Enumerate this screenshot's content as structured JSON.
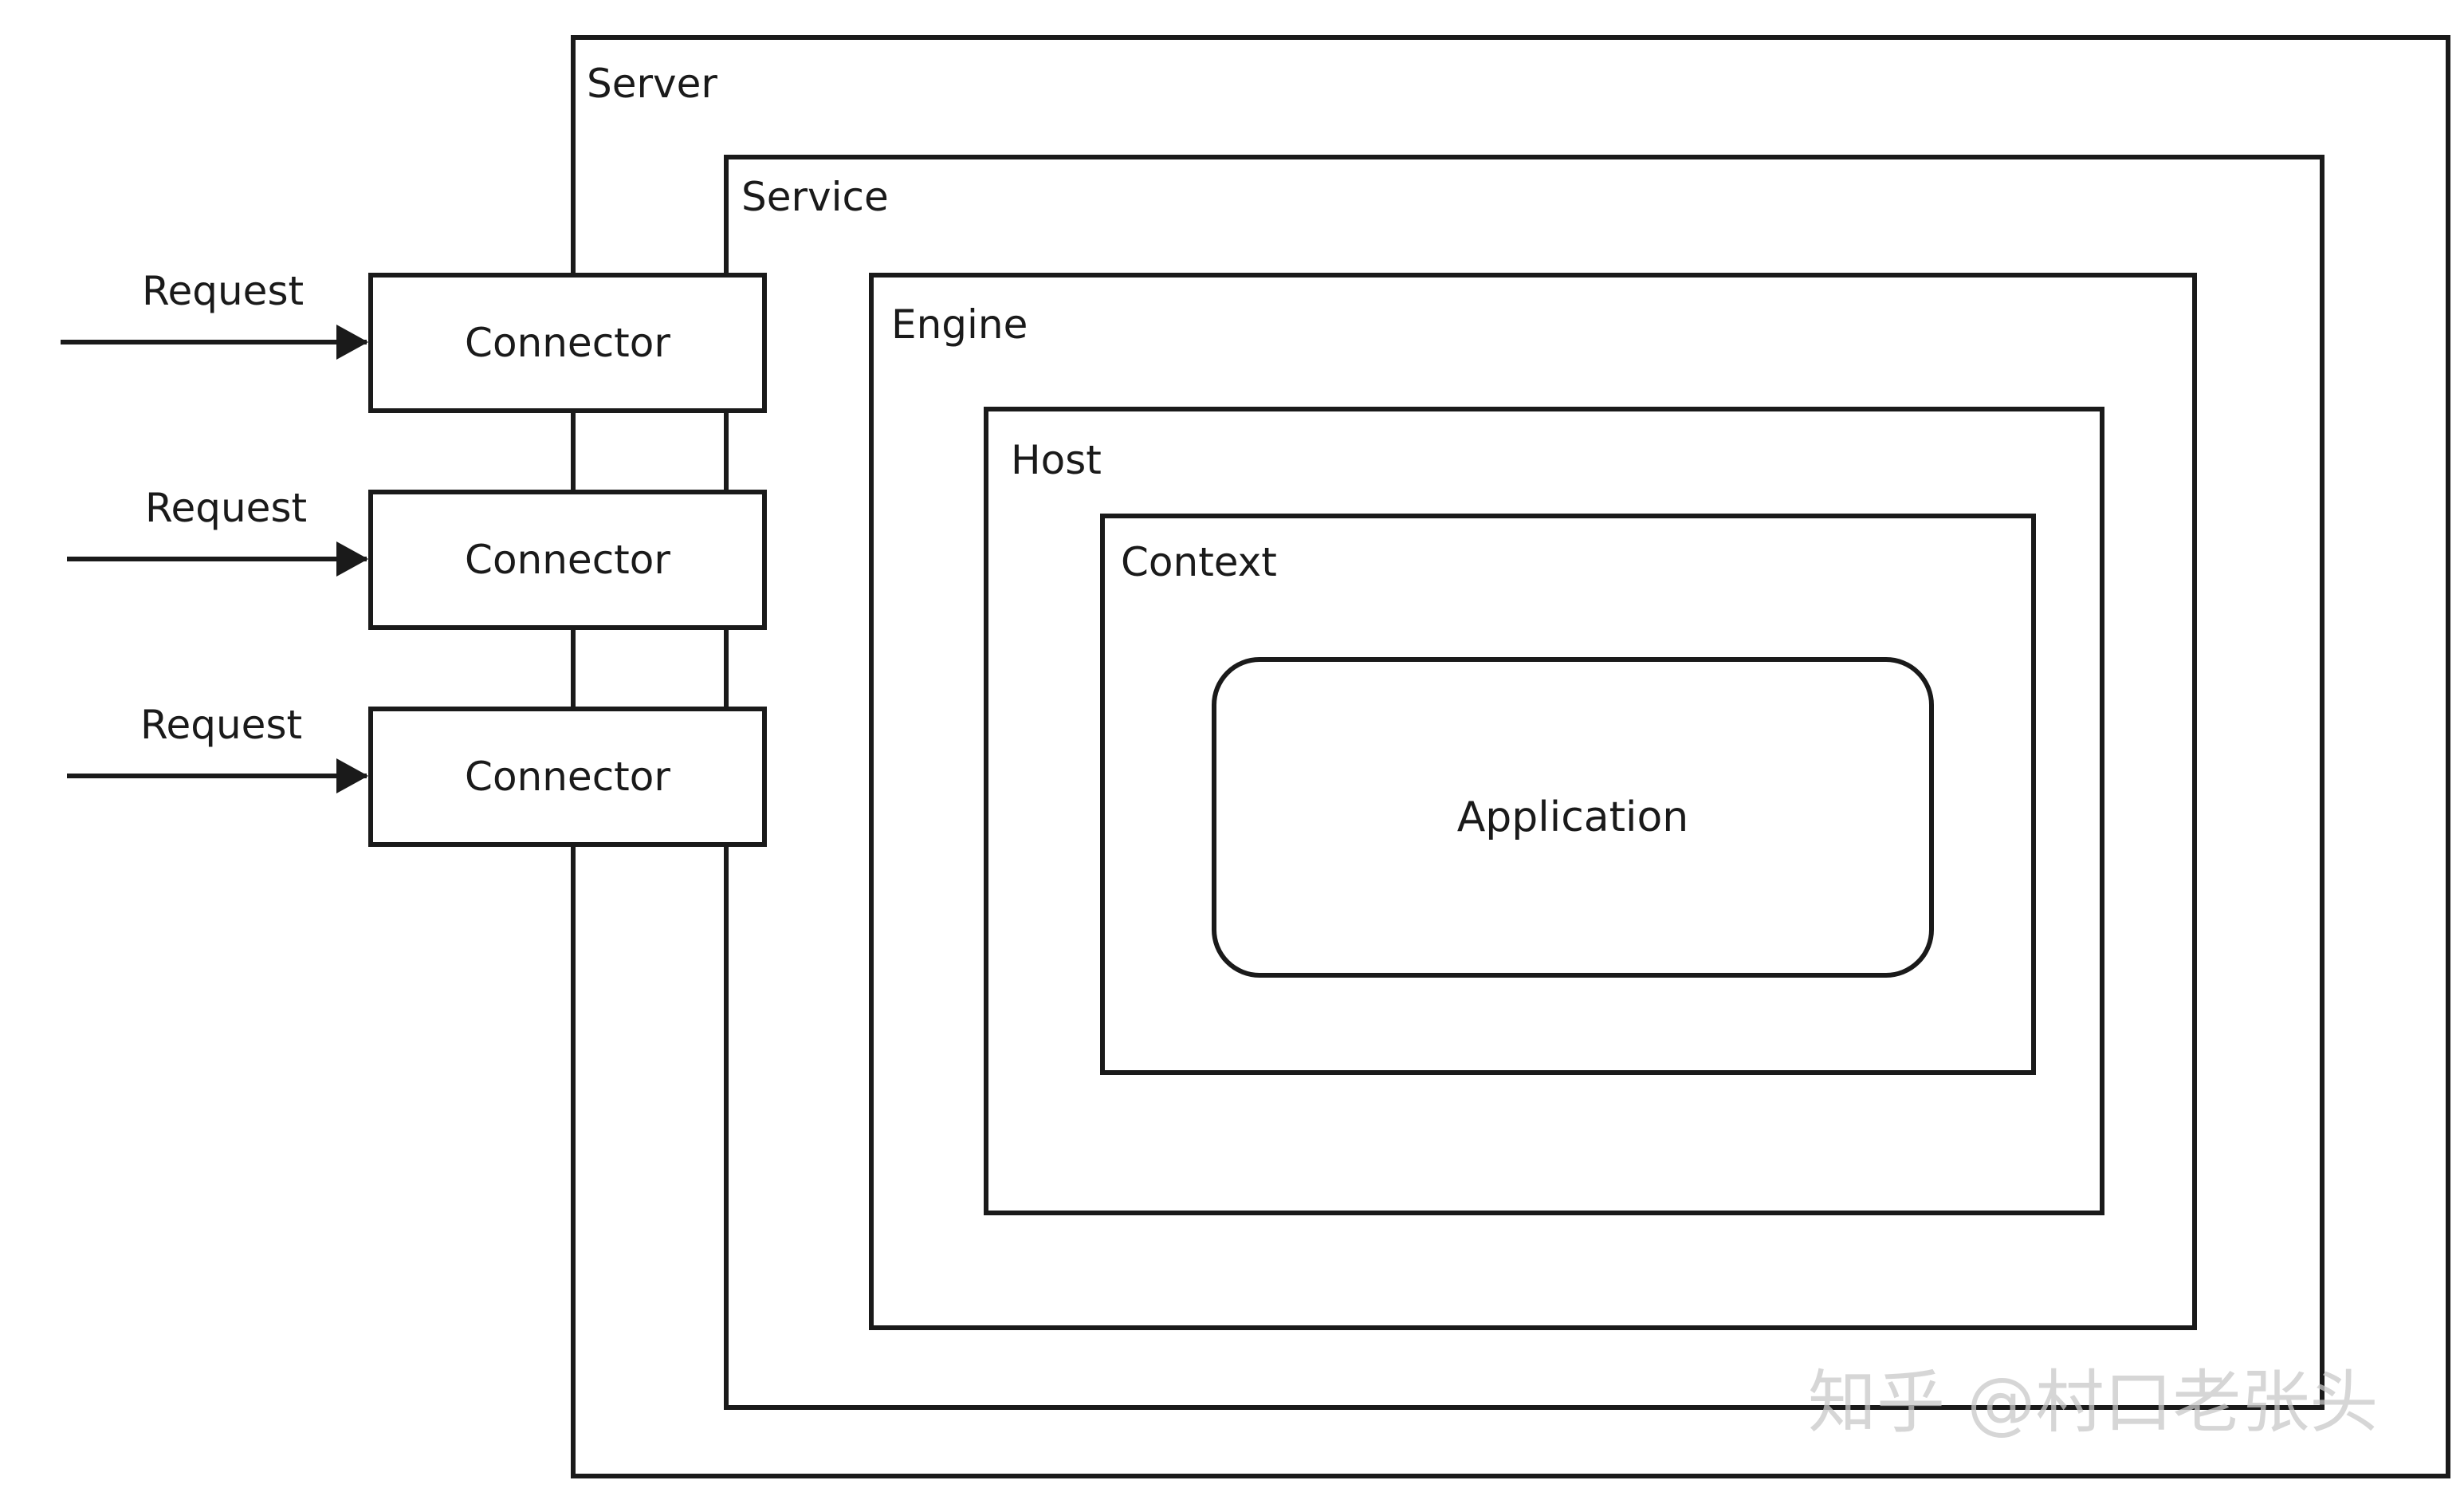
{
  "diagram": {
    "server": {
      "label": "Server"
    },
    "service": {
      "label": "Service"
    },
    "engine": {
      "label": "Engine"
    },
    "host": {
      "label": "Host"
    },
    "context": {
      "label": "Context"
    },
    "application": {
      "label": "Application"
    },
    "connectors": [
      {
        "label": "Connector",
        "request_label": "Request"
      },
      {
        "label": "Connector",
        "request_label": "Request"
      },
      {
        "label": "Connector",
        "request_label": "Request"
      }
    ]
  },
  "watermark": "知乎 @村口老张头"
}
